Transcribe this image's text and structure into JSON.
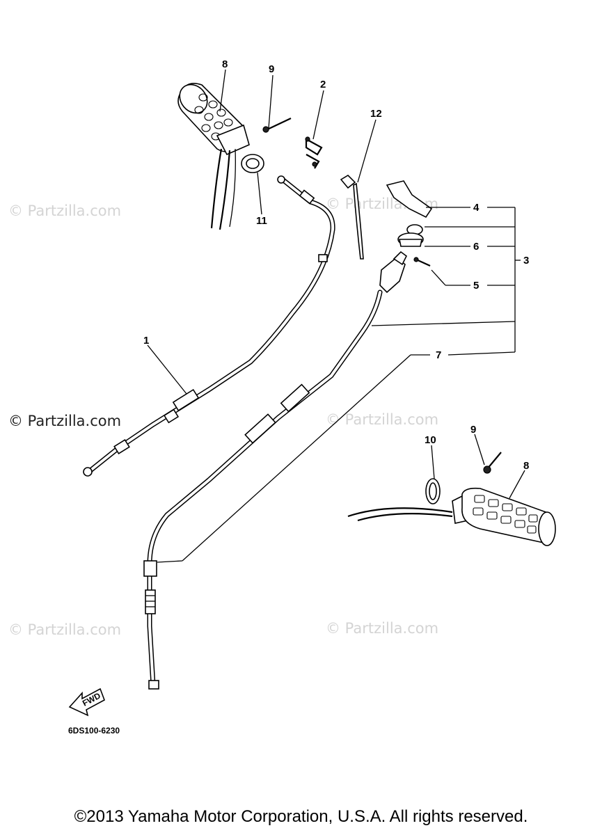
{
  "diagram": {
    "callouts": {
      "c1": "1",
      "c2": "2",
      "c3": "3",
      "c4": "4",
      "c5": "5",
      "c6": "6",
      "c7": "7",
      "c8a": "8",
      "c8b": "8",
      "c9a": "9",
      "c9b": "9",
      "c10": "10",
      "c11": "11",
      "c12": "12"
    },
    "fwd_label": "FWD",
    "diagram_code": "6DS100-6230",
    "watermark": "© Partzilla.com"
  },
  "footer": {
    "copyright": "©2013  Yamaha Motor Corporation, U.S.A. All rights reserved."
  }
}
